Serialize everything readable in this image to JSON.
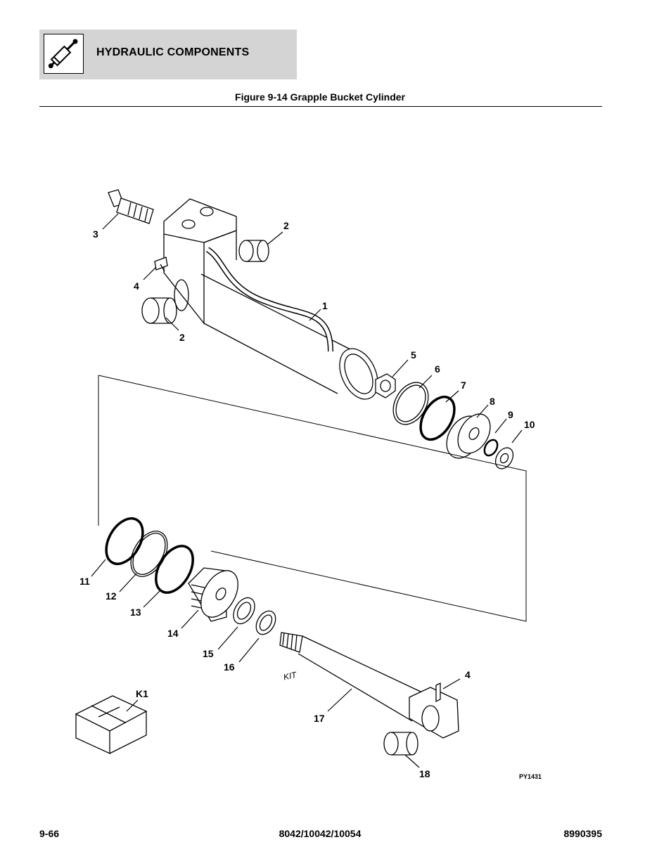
{
  "header": {
    "section_title": "HYDRAULIC COMPONENTS",
    "icon": "hydraulic-cylinder-icon",
    "band_color": "#d4d4d4"
  },
  "figure": {
    "title": "Figure 9-14 Grapple Bucket Cylinder",
    "code": "PY1431",
    "kit_label": "KIT",
    "callouts": {
      "c1": "1",
      "c2a": "2",
      "c2b": "2",
      "c3": "3",
      "c4a": "4",
      "c4b": "4",
      "c5": "5",
      "c6": "6",
      "c7": "7",
      "c8": "8",
      "c9": "9",
      "c10": "10",
      "c11": "11",
      "c12": "12",
      "c13": "13",
      "c14": "14",
      "c15": "15",
      "c16": "16",
      "c17": "17",
      "c18": "18",
      "k1": "K1"
    }
  },
  "footer": {
    "page_number": "9-66",
    "models": "8042/10042/10054",
    "doc_number": "8990395"
  }
}
